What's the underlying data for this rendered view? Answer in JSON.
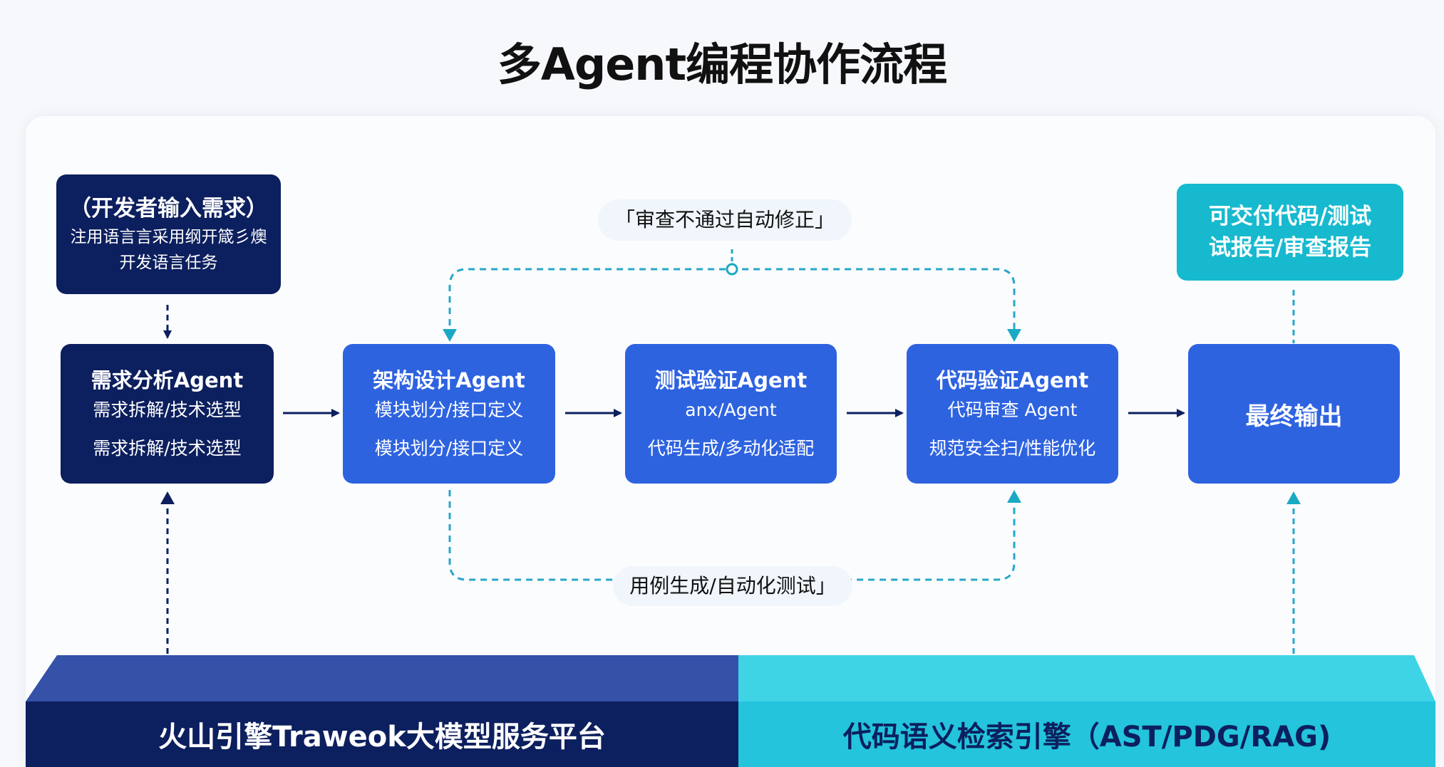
{
  "title": "多Agent编程协作流程",
  "input_box": {
    "title": "（开发者输入需求）",
    "line1": "注用语言言采用纲开箴彡燠",
    "line2": "开发语言任务"
  },
  "output_top": {
    "line1": "可交付代码/测试",
    "line2": "试报告/审查报告"
  },
  "feedback_top_label": "「审查不通过自动修正」",
  "feedback_bottom_label": "用例生成/自动化测试」",
  "agents": [
    {
      "title": "需求分析Agent",
      "line1": "需求拆解/技术选型",
      "line2": "需求拆解/技术选型"
    },
    {
      "title": "架构设计Agent",
      "line1": "模块划分/接口定义",
      "line2": "模块划分/接口定义"
    },
    {
      "title": "测试验证Agent",
      "line1": "anx/Agent",
      "line2": "代码生成/多动化适配"
    },
    {
      "title": "代码验证Agent",
      "line1": "代码审查 Agent",
      "line2": "规范安全扫/性能优化"
    },
    {
      "title": "最终输出"
    }
  ],
  "platforms": {
    "left": "火山引擎Traweok大模型服务平台",
    "right": "代码语义检索引擎（AST/PDG/RAG)"
  },
  "colors": {
    "navy": "#0c1f5e",
    "blue": "#2e63e0",
    "cyan": "#17b9cf",
    "dashed": "#27a7c9"
  }
}
